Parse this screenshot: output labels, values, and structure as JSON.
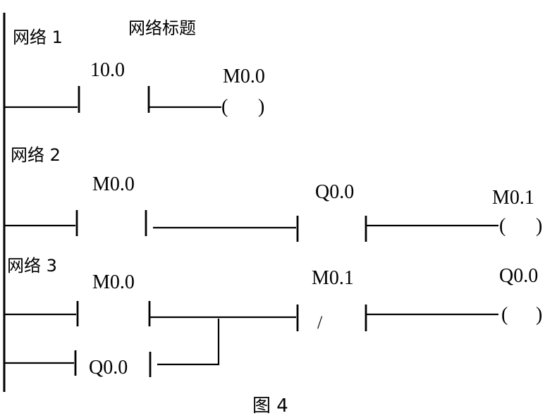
{
  "network1": {
    "label": "网络 1",
    "title": "网络标题",
    "contact": "10.0",
    "coil": "M0.0"
  },
  "network2": {
    "label": "网络 2",
    "contact1": "M0.0",
    "contact2": "Q0.0",
    "coil": "M0.1"
  },
  "network3": {
    "label": "网络 3",
    "contact1": "M0.0",
    "contact2": "M0.1",
    "coil": "Q0.0",
    "parallel_contact": "Q0.0"
  },
  "coil_symbol_open": "(",
  "coil_symbol_close": ")",
  "nc_slash": "/",
  "figure_caption": "图 4"
}
